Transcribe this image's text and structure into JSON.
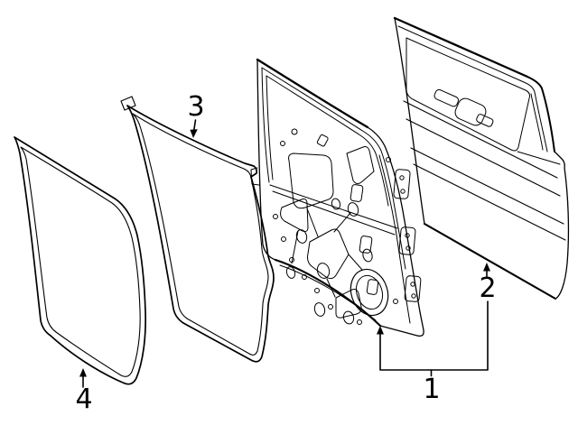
{
  "diagram": {
    "background_color": "#ffffff",
    "line_color": "#000000",
    "callouts": [
      {
        "label": "1"
      },
      {
        "label": "2"
      },
      {
        "label": "3"
      },
      {
        "label": "4"
      }
    ]
  }
}
